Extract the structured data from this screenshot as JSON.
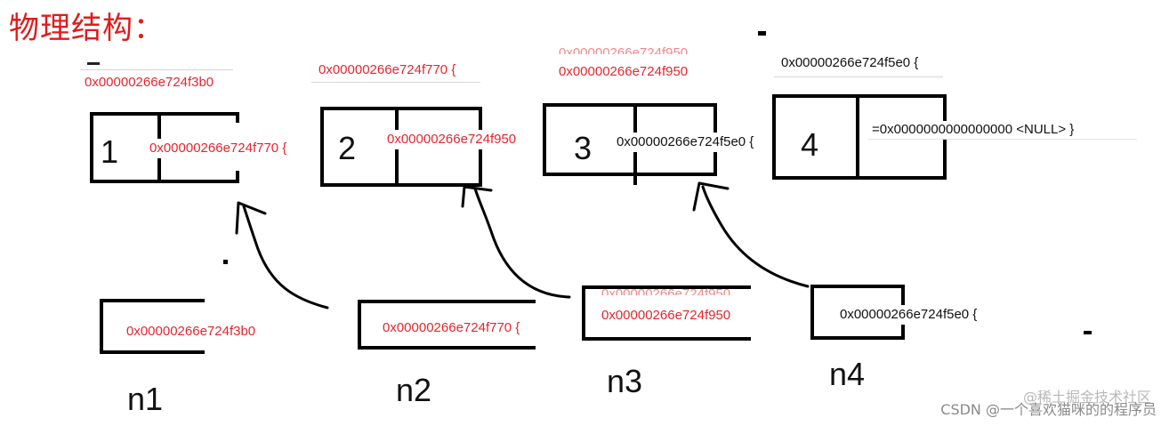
{
  "title": "物理结构：",
  "nodes": [
    {
      "value": "1",
      "addr_above": "0x00000266e724f3b0",
      "next_addr": "0x00000266e724f770 {"
    },
    {
      "value": "2",
      "addr_above": "0x00000266e724f770 {",
      "next_addr": "0x00000266e724f950"
    },
    {
      "value": "3",
      "addr_above": "0x00000266e724f950",
      "next_addr": "0x00000266e724f5e0 {"
    },
    {
      "value": "4",
      "addr_above": "0x00000266e724f5e0 {",
      "next_addr": "=0x0000000000000000 <NULL> }"
    }
  ],
  "pointers": [
    {
      "name": "n1",
      "addr": "0x00000266e724f3b0"
    },
    {
      "name": "n2",
      "addr": "0x00000266e724f770 {"
    },
    {
      "name": "n3",
      "addr": "0x00000266e724f950"
    },
    {
      "name": "n4",
      "addr": "0x00000266e724f5e0 {"
    }
  ],
  "ghost_text": "0x00000266e724f950",
  "watermark": "CSDN @一个喜欢猫咪的的程序员",
  "watermark_shadow": "@稀土掘金技术社区",
  "colors": {
    "title": "#e11b1b",
    "address": "#e8242d",
    "ink": "#000000"
  }
}
